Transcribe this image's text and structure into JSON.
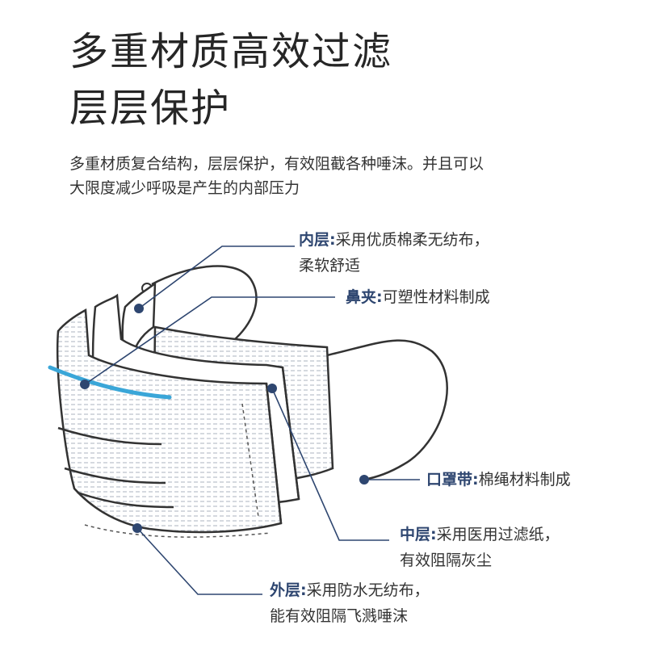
{
  "headline": {
    "line1": "多重材质高效过滤",
    "line2": "层层保护"
  },
  "intro": {
    "line1": "多重材质复合结构，层层保护，有效阻截各种唾沫。并且可以",
    "line2": "大限度减少呼吸是产生的内部压力"
  },
  "colors": {
    "accent": "#2e4670",
    "nose_clip": "#3aa6d8",
    "outline": "#333333"
  },
  "callouts": {
    "inner": {
      "term": "内层",
      "desc1": "采用优质棉柔无纺布，",
      "desc2": "柔软舒适"
    },
    "nose": {
      "term": "鼻夹",
      "desc1": "可塑性材料制成"
    },
    "strap": {
      "term": "口罩带",
      "desc1": "棉绳材料制成"
    },
    "middle": {
      "term": "中层",
      "desc1": "采用医用过滤纸，",
      "desc2": "有效阻隔灰尘"
    },
    "outer": {
      "term": "外层",
      "desc1": "采用防水无纺布，",
      "desc2": "能有效阻隔飞溅唾沫"
    }
  },
  "separator": ":"
}
